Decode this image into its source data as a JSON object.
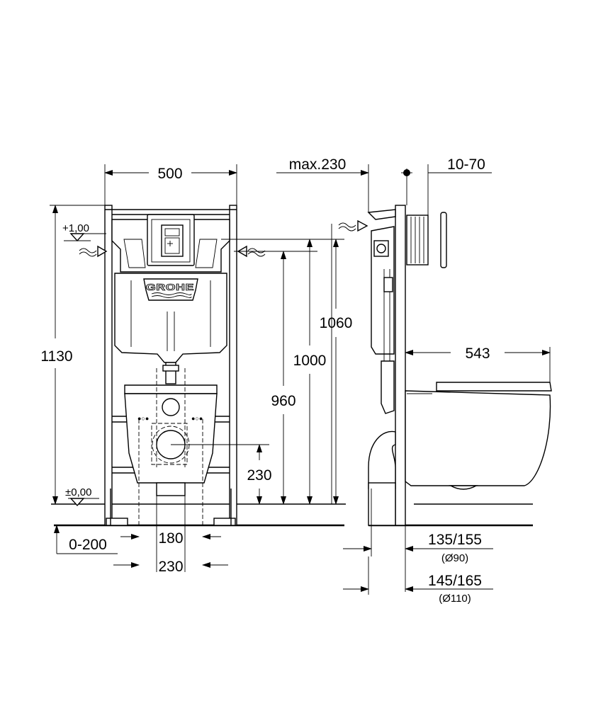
{
  "front_view": {
    "width_label": "500",
    "height_label": "1130",
    "level_top_label": "+1,00",
    "level_floor_label": "±0,00",
    "height_1060_label": "1060",
    "height_1000_label": "1000",
    "height_960_label": "960",
    "height_230_label": "230",
    "foot_adjust_label": "0-200",
    "spacing_180_label": "180",
    "spacing_230_label": "230",
    "brand_logo": "GROHE"
  },
  "side_view": {
    "max_depth_label": "max.230",
    "plate_offset_label": "10-70",
    "bowl_projection_label": "543",
    "pipe_90_label": "135/155",
    "pipe_90_diameter_label": "(Ø90)",
    "pipe_110_label": "145/165",
    "pipe_110_diameter_label": "(Ø110)"
  }
}
